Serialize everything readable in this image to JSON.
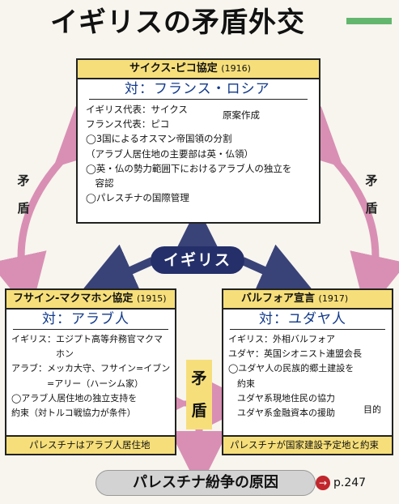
{
  "title": "イギリスの矛盾外交",
  "sykes_picot": {
    "heading": "サイクス-ピコ協定",
    "year": "(1916)",
    "opponent": "対：フランス・ロシア",
    "lines": [
      "イギリス代表：サイクス",
      "フランス代表：ピコ",
      "◯3国によるオスマン帝国領の分割",
      "（アラブ人居住地の主要部は英・仏領）",
      "◯英・仏の勢力範囲下におけるアラブ人の独立を",
      "　容認",
      "◯パレスチナの国際管理"
    ],
    "bracket_note": "原案作成"
  },
  "husayn_mcmahon": {
    "heading": "フサイン-マクマホン協定",
    "year": "(1915)",
    "opponent": "対：アラブ人",
    "lines": [
      "イギリス：エジプト高等弁務官マクマ",
      "　　　　　ホン",
      "アラブ：メッカ大守、フサイン=イブン",
      "　　　　=アリー（ハーシム家）",
      "◯アラブ人居住地の独立支持を",
      "約束（対トルコ戦協力が条件）"
    ],
    "footer": "パレスチナはアラブ人居住地"
  },
  "balfour": {
    "heading": "バルフォア宣言",
    "year": "(1917)",
    "opponent": "対：ユダヤ人",
    "lines": [
      "イギリス：外相バルフォア",
      "ユダヤ：英国シオニスト連盟会長",
      "◯ユダヤ人の民族的郷土建設を",
      "　約束",
      "　ユダヤ系現地住民の協力",
      "　ユダヤ系金融資本の援助"
    ],
    "bracket_note": "目的",
    "footer": "パレスチナが国家建設予定地と約束"
  },
  "center_label": "イギリス",
  "contradiction_left": [
    "矛",
    "盾"
  ],
  "contradiction_right": [
    "矛",
    "盾"
  ],
  "contradiction_center": [
    "矛",
    "盾"
  ],
  "bottom_label": "パレスチナ紛争の原因",
  "page_ref": "p.247",
  "colors": {
    "header_yellow": "#f6df7a",
    "arrow_pink": "#d98fb4",
    "arrow_navy": "#3a4378",
    "center_pill": "#25306a",
    "opponent_text": "#123a8c",
    "accent_green": "#63b66e",
    "ref_red": "#c0262c"
  }
}
